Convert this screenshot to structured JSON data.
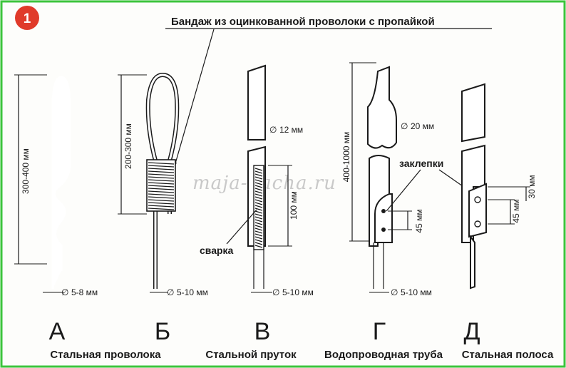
{
  "figure_number": "1",
  "header": "Бандаж из оцинкованной проволоки с пропайкой",
  "watermark": "maja-dacha.ru",
  "colors": {
    "border": "#3cc43c",
    "badge": "#e03a2a",
    "ink": "#1a1a1a"
  },
  "variants": [
    {
      "letter": "А",
      "caption": "Стальная проволока",
      "length": "300-400 мм",
      "diameter": "5-8 мм"
    },
    {
      "letter": "Б",
      "caption": "",
      "length": "200-300 мм",
      "diameter": "5-10 мм"
    },
    {
      "letter": "В",
      "caption": "Стальной пруток",
      "pipe_diameter": "12 мм",
      "length": "100 мм",
      "diameter": "5-10 мм",
      "weld_label": "сварка"
    },
    {
      "letter": "Г",
      "caption": "Водопроводная труба",
      "length": "400-1000 мм",
      "pipe_diameter": "20 мм",
      "hole_spacing": "45 мм",
      "diameter": "5-10 мм",
      "rivet_label": "заклепки"
    },
    {
      "letter": "Д",
      "caption": "Стальная полоса",
      "dim_a": "45 мм",
      "dim_b": "30 мм"
    }
  ]
}
